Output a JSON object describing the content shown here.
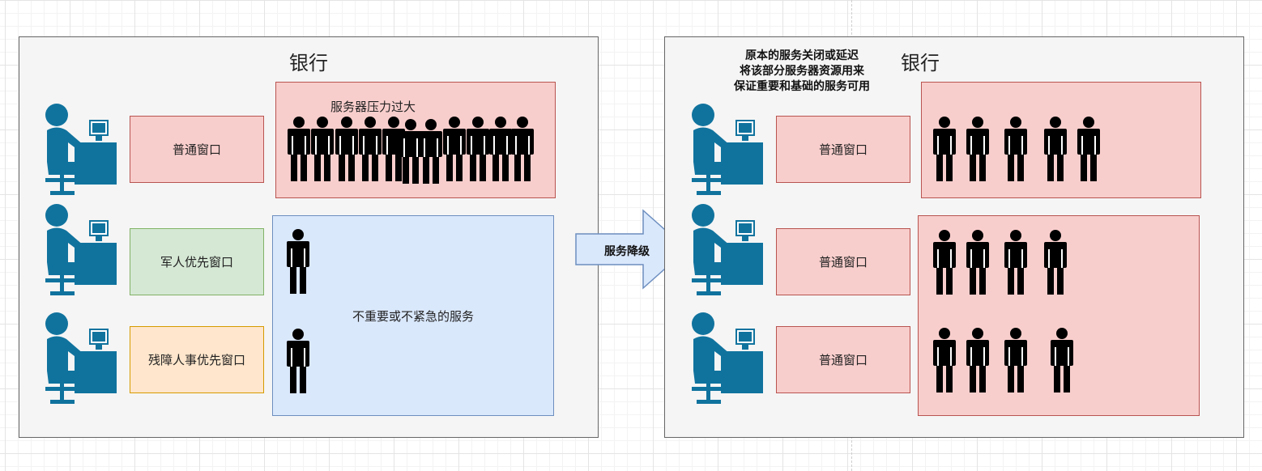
{
  "left_bank": {
    "title": "银行",
    "windows": [
      {
        "label": "普通窗口",
        "style": "pink"
      },
      {
        "label": "军人优先窗口",
        "style": "green"
      },
      {
        "label": "残障人事优先窗口",
        "style": "orange"
      }
    ],
    "overload_label": "服务器压力过大",
    "overload_people_count": 11,
    "nonessential_label": "不重要或不紧急的服务",
    "nonessential_people_count": 2
  },
  "arrow": {
    "label": "服务降级"
  },
  "right_bank": {
    "title": "银行",
    "note": [
      "原本的服务关闭或延迟",
      "将该部分服务器资源用来",
      "保证重要和基础的服务可用"
    ],
    "windows": [
      {
        "label": "普通窗口",
        "style": "pink"
      },
      {
        "label": "普通窗口",
        "style": "pink"
      },
      {
        "label": "普通窗口",
        "style": "pink"
      }
    ],
    "queue_people_counts": [
      5,
      4,
      4
    ]
  },
  "colors": {
    "icon_blue": "#10739e",
    "pink_fill": "#f8cecc",
    "pink_stroke": "#b85450",
    "green_fill": "#d5e8d4",
    "orange_fill": "#ffe6cc",
    "blue_fill": "#dae8fc",
    "container_fill": "#f5f5f5"
  }
}
